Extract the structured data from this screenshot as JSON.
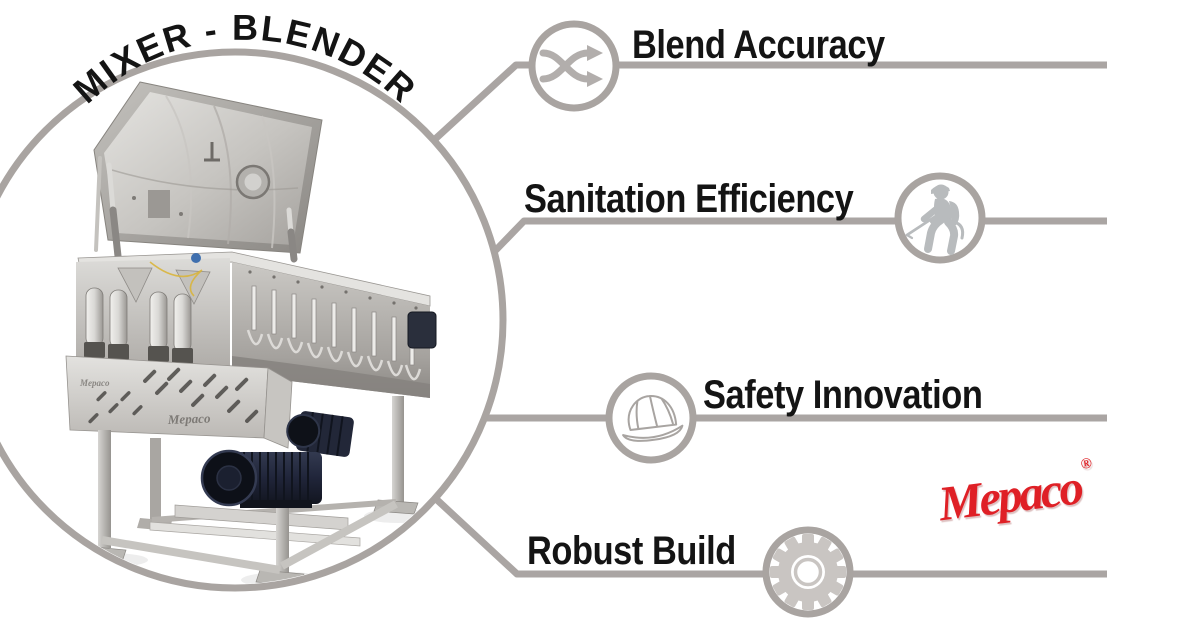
{
  "hero": {
    "arched_title": "MIXER - BLENDER",
    "subject": "industrial mixer-blender machine photo"
  },
  "features": [
    {
      "label": "Blend Accuracy",
      "icon": "shuffle-arrows-icon"
    },
    {
      "label": "Sanitation Efficiency",
      "icon": "pressure-washer-person-icon"
    },
    {
      "label": "Safety Innovation",
      "icon": "hard-hat-icon"
    },
    {
      "label": "Robust Build",
      "icon": "gear-icon"
    }
  ],
  "brand": {
    "logo_text": "Mepaco",
    "registered_mark": "®"
  },
  "machine": {
    "guard_label": "Mepaco"
  },
  "colors": {
    "line_gray": "#aaa5a3",
    "icon_gray": "#b2aeac",
    "person_gray": "#b8bbbd",
    "gear_gray": "#c9c5c2",
    "text_black": "#141414",
    "logo_red": "#df2026",
    "background": "#ffffff"
  }
}
